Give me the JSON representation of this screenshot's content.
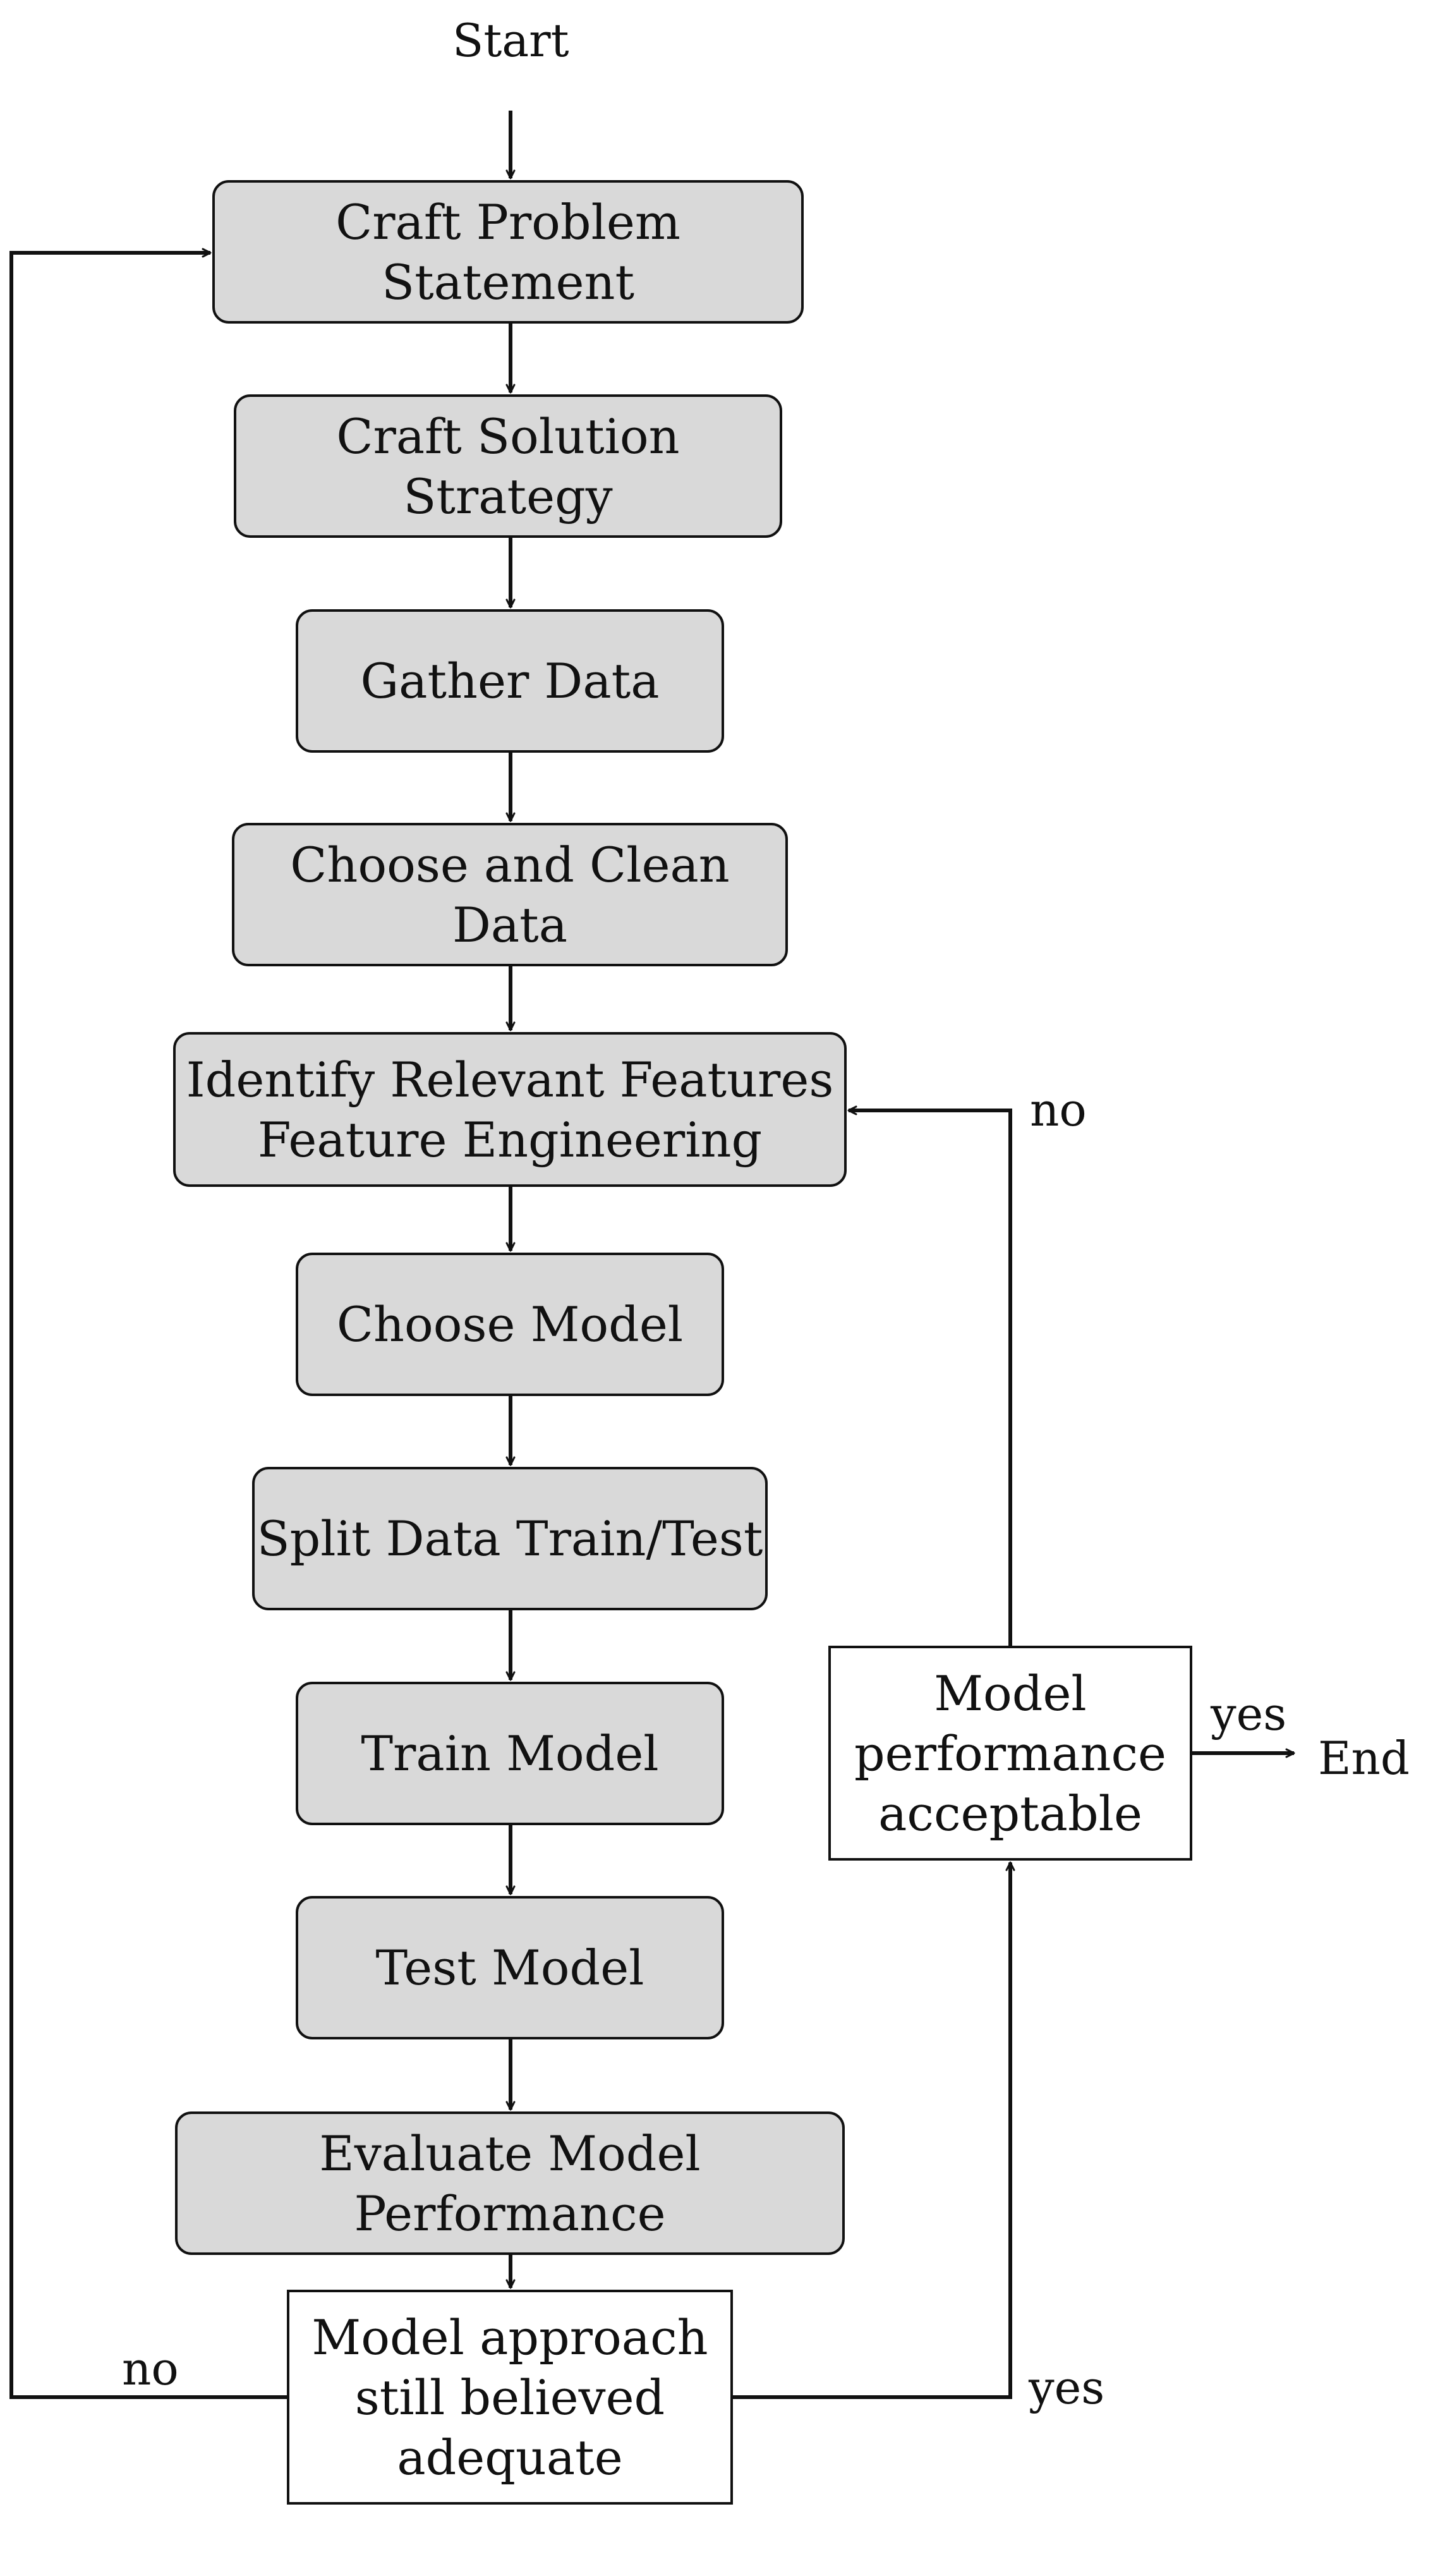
{
  "diagram": {
    "start_label": "Start",
    "end_label": "End",
    "steps": [
      {
        "lines": [
          "Craft Problem Statement"
        ]
      },
      {
        "lines": [
          "Craft Solution Strategy"
        ]
      },
      {
        "lines": [
          "Gather Data"
        ]
      },
      {
        "lines": [
          "Choose and Clean Data"
        ]
      },
      {
        "lines": [
          "Identify Relevant Features",
          "Feature Engineering"
        ]
      },
      {
        "lines": [
          "Choose Model"
        ]
      },
      {
        "lines": [
          "Split Data Train/Test"
        ]
      },
      {
        "lines": [
          "Train Model"
        ]
      },
      {
        "lines": [
          "Test Model"
        ]
      },
      {
        "lines": [
          "Evaluate Model Performance"
        ]
      }
    ],
    "decision_approach": {
      "lines": [
        "Model approach",
        "still believed",
        "adequate"
      ],
      "no_label": "no",
      "yes_label": "yes"
    },
    "decision_performance": {
      "lines": [
        "Model",
        "performance",
        "acceptable"
      ],
      "no_label": "no",
      "yes_label": "yes"
    },
    "colors": {
      "process_fill": "#d9d9d9",
      "decision_fill": "#ffffff",
      "stroke": "#111111"
    }
  }
}
